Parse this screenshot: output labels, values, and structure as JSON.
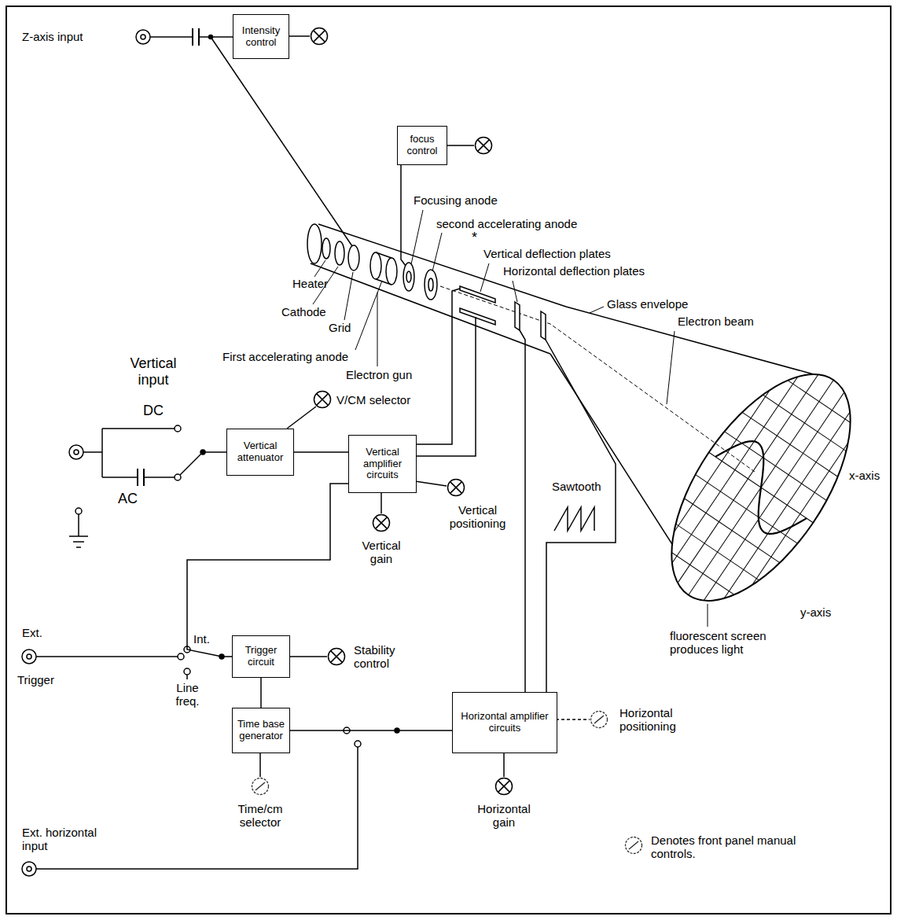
{
  "diagram": {
    "nodes": [
      {
        "text": [
          "Intensity control"
        ]
      },
      {
        "text": [
          "focus control"
        ]
      },
      {
        "text": [
          "Vertical attenuator"
        ]
      },
      {
        "text": [
          "Vertical amplifier circuits"
        ]
      },
      {
        "text": [
          "Trigger circuit"
        ]
      },
      {
        "text": [
          "Time base generator"
        ]
      },
      {
        "text": [
          "Horizontal amplifier circuits"
        ]
      }
    ],
    "edges": [
      {
        "from": 2,
        "to": 3,
        "arrow": "none"
      },
      {
        "from": 3,
        "to": 4,
        "arrow": "none"
      },
      {
        "from": 4,
        "to": 5,
        "arrow": "none"
      },
      {
        "from": 5,
        "to": 6,
        "arrow": "none"
      }
    ],
    "labels": [
      "Z-axis input",
      "Focusing anode",
      "second accelerating anode",
      "*",
      "Vertical deflection plates",
      "Horizontal deflection plates",
      "Glass envelope",
      "Electron beam",
      "Heater",
      "Cathode",
      "Grid",
      "First accelerating anode",
      "Electron gun",
      "Vertical input",
      "DC",
      "AC",
      "V/CM selector",
      "Sawtooth",
      "Vertical positioning",
      "Vertical gain",
      "x-axis",
      "y-axis",
      "Ext.",
      "Int.",
      "Trigger",
      "Stability control",
      "Line freq.",
      "fluorescent screen produces light",
      "Time/cm selector",
      "Horizontal positioning",
      "Horizontal gain",
      "Ext. horizontal input"
    ],
    "legend": [
      {
        "text": "Denotes front panel manual controls."
      }
    ]
  }
}
